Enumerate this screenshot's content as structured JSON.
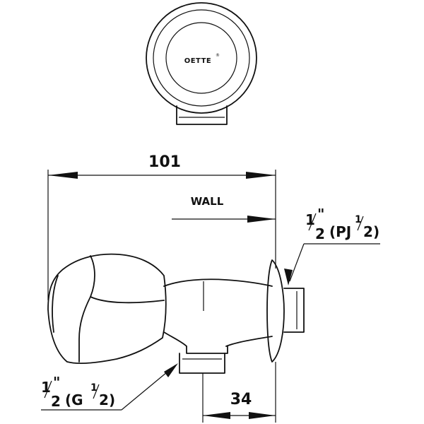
{
  "top_view": {
    "logo_text": "OETTE",
    "logo_mark": "®"
  },
  "dimensions": {
    "overall_length": "101",
    "wall_depth": "34"
  },
  "wall_label": "WALL",
  "outlet_thread": {
    "num": "1",
    "den": "2",
    "inch": "\"",
    "prefix": "(PJ",
    "frac_num": "1",
    "frac_den": "2",
    "suffix": ")"
  },
  "inlet_thread": {
    "num": "1",
    "den": "2",
    "inch": "\"",
    "prefix": "(G",
    "frac_num": "1",
    "frac_den": "2",
    "suffix": ")"
  }
}
